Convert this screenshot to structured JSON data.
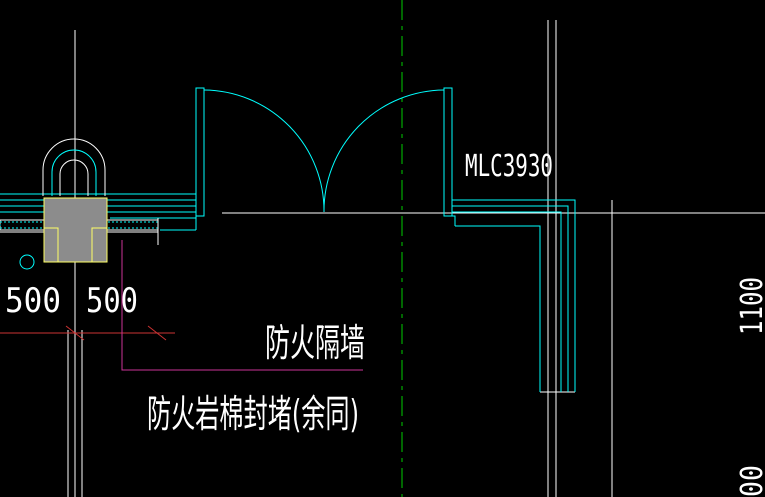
{
  "drawing": {
    "door_tag": "MLC3930",
    "dim_left": "500",
    "dim_right": "500",
    "dim_vertical_top": "1100",
    "dim_vertical_bottom": "00",
    "label_firewall": "防火隔墙",
    "label_rockwool": "防火岩棉封堵(余同)"
  },
  "colors": {
    "background": "#000000",
    "wall": "#00ffff",
    "grid_line": "#ffffff",
    "axis": "#00cc00",
    "column": "#ffff66",
    "column_fill": "#8c8c8c",
    "leader": "#cc3399",
    "dimension": "#cc3333",
    "text": "#ffffff"
  }
}
